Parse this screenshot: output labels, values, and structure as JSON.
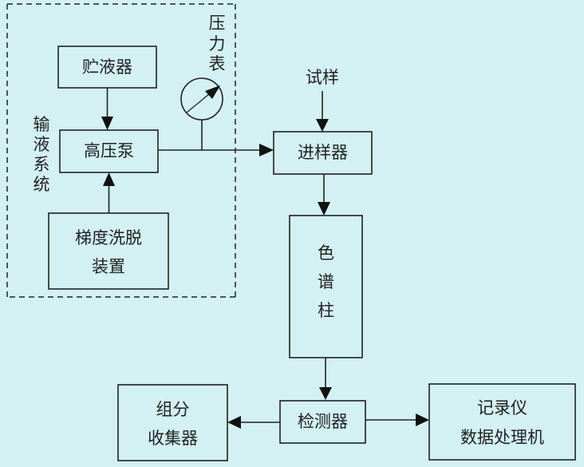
{
  "diagram": {
    "title": "",
    "background": "#d3f0f3",
    "line_color": "#222222",
    "group": {
      "label_chars": [
        "输",
        "液",
        "系",
        "统"
      ],
      "style": "dashed"
    },
    "nodes": {
      "reservoir": {
        "lines": [
          "贮液器"
        ]
      },
      "pump": {
        "lines": [
          "高压泵"
        ]
      },
      "gradient": {
        "lines": [
          "梯度洗脱",
          "装置"
        ]
      },
      "gauge": {
        "label_chars": [
          "压",
          "力",
          "表"
        ],
        "icon": "pressure-gauge-icon"
      },
      "sample_label": {
        "lines": [
          "试样"
        ]
      },
      "injector": {
        "lines": [
          "进样器"
        ]
      },
      "column": {
        "chars": [
          "色",
          "谱",
          "柱"
        ]
      },
      "detector": {
        "lines": [
          "检测器"
        ]
      },
      "collector": {
        "lines": [
          "组分",
          "收集器"
        ]
      },
      "recorder": {
        "lines": [
          "记录仪",
          "数据处理机"
        ]
      }
    },
    "edges": [
      {
        "from": "贮液器",
        "to": "高压泵"
      },
      {
        "from": "梯度洗脱装置",
        "to": "高压泵"
      },
      {
        "from": "高压泵",
        "to": "进样器",
        "via": "压力表"
      },
      {
        "from": "试样",
        "to": "进样器"
      },
      {
        "from": "进样器",
        "to": "色谱柱"
      },
      {
        "from": "色谱柱",
        "to": "检测器"
      },
      {
        "from": "检测器",
        "to": "组分收集器"
      },
      {
        "from": "检测器",
        "to": "记录仪数据处理机"
      }
    ]
  }
}
